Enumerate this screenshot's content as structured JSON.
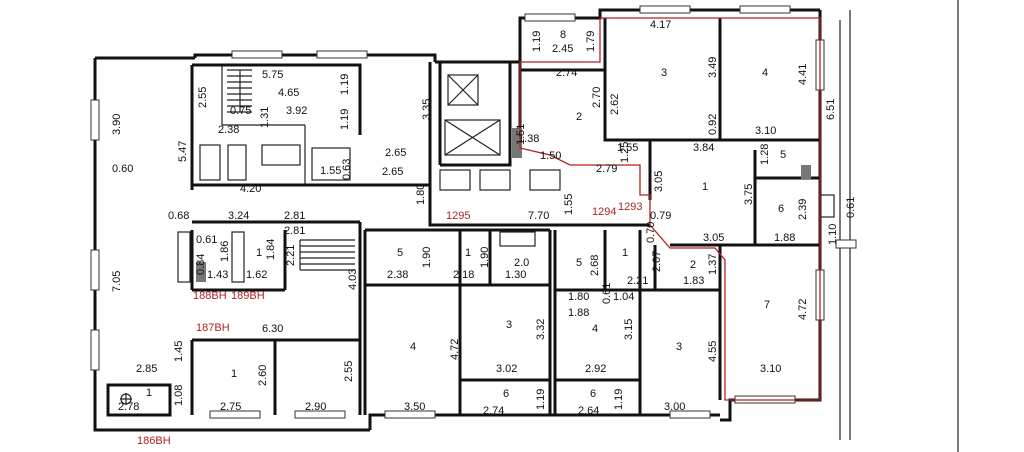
{
  "labels": {
    "l001": "8",
    "l002": "1.19",
    "l003": "2.45",
    "l004": "1.79",
    "l005": "4.17",
    "l006": "5.75",
    "l007": "4.65",
    "l008": "3.92",
    "l009": "1.19",
    "l010": "2.55",
    "l011": "2.38",
    "l012": "0.75",
    "l013": "1.31",
    "l014": "3.35",
    "l015": "1.19",
    "l016": "2.74",
    "l017": "3",
    "l018": "3.49",
    "l019": "4",
    "l020": "4.41",
    "l021": "6.51",
    "l022": "3.90",
    "l023": "2.70",
    "l024": "2.62",
    "l025": "2",
    "l026": "0.92",
    "l027": "3.10",
    "l028": "5.47",
    "l029": "1.51",
    "l030": "1.38",
    "l031": "2.65",
    "l032": "1.55",
    "l033": "3.84",
    "l034": "1.28",
    "l035": "5",
    "l036": "1.50",
    "l037": "2.79",
    "l038": "1.25",
    "l039": "0.60",
    "l040": "1.55",
    "l041": "0.63",
    "l042": "2.65",
    "l043": "4.20",
    "l044": "3.05",
    "l045": "1",
    "l046": "3.75",
    "l047": "1.80",
    "l048": "6",
    "l049": "2.39",
    "l050": "0.61",
    "l051": "0.68",
    "l052": "3.24",
    "l053": "2.81",
    "l054": "7.70",
    "l055": "1.55",
    "l056": "0.79",
    "l057": "2.81",
    "l058": "0.70",
    "l059": "3.05",
    "l060": "1.10",
    "l061": "1.88",
    "l062": "0.61",
    "l063": "1",
    "l064": "1.86",
    "l065": "1.84",
    "l066": "2.21",
    "l067": "5",
    "l068": "1.90",
    "l069": "1",
    "l070": "1.90",
    "l071": "2.0",
    "l072": "1",
    "l073": "2.07",
    "l074": "2",
    "l075": "1.37",
    "l076": "0.84",
    "l077": "1.43",
    "l078": "1.62",
    "l079": "4.03",
    "l080": "2.38",
    "l081": "2.18",
    "l082": "1.30",
    "l083": "5",
    "l084": "2.68",
    "l085": "2.21",
    "l086": "1.83",
    "l087": "7.05",
    "l088": "1.80",
    "l089": "0.61",
    "l090": "1.04",
    "l091": "7",
    "l092": "4.72",
    "l093": "1.88",
    "l094": "4",
    "l095": "3.15",
    "l096": "6.30",
    "l097": "3",
    "l098": "3.32",
    "l099": "4",
    "l100": "4.72",
    "l101": "4.55",
    "l102": "3",
    "l103": "1.45",
    "l104": "2.60",
    "l105": "2.55",
    "l106": "1",
    "l107": "3.02",
    "l108": "2.92",
    "l109": "2.85",
    "l110": "3.10",
    "l111": "1",
    "l112": "1.08",
    "l113": "2.78",
    "l114": "6",
    "l115": "1.19",
    "l116": "6",
    "l117": "1.19",
    "l118": "2.75",
    "l119": "2.90",
    "l120": "3.50",
    "l121": "2.74",
    "l122": "2.64",
    "l123": "3.00"
  },
  "red_labels": {
    "r1": "1295",
    "r2": "1294",
    "r3": "1293",
    "r4": "188ВН",
    "r5": "189ВН",
    "r6": "187ВН",
    "r7": "186ВН"
  },
  "icons": {
    "elevator": "elevator-shaft-icon",
    "stair": "stair-flight-icon",
    "vent": "ventilation-shaft-icon",
    "hatch": "floor-hatch-icon"
  }
}
